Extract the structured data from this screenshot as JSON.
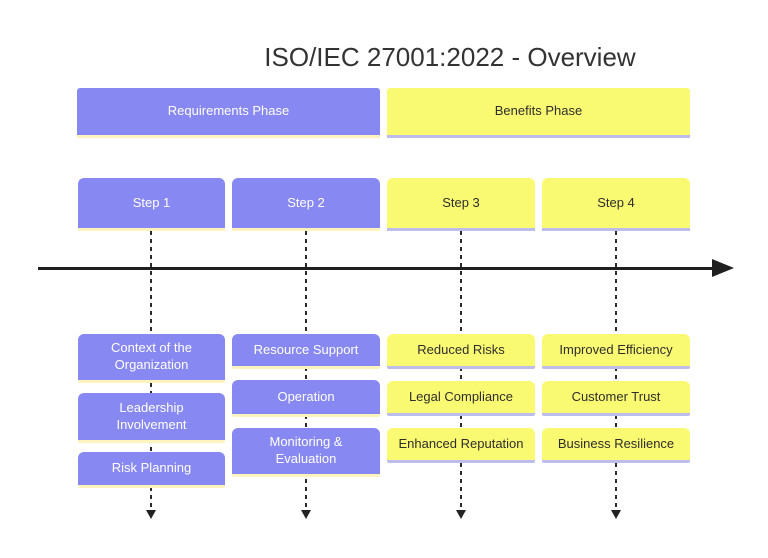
{
  "title": "ISO/IEC 27001:2022 - Overview",
  "phases": [
    {
      "label": "Requirements Phase",
      "scheme": "purple"
    },
    {
      "label": "Benefits Phase",
      "scheme": "yellow"
    }
  ],
  "steps": [
    {
      "label": "Step 1",
      "phase": "Requirements Phase",
      "events": [
        "Context of the Organization",
        "Leadership Involvement",
        "Risk Planning"
      ]
    },
    {
      "label": "Step 2",
      "phase": "Requirements Phase",
      "events": [
        "Resource Support",
        "Operation",
        "Monitoring & Evaluation"
      ]
    },
    {
      "label": "Step 3",
      "phase": "Benefits Phase",
      "events": [
        "Reduced Risks",
        "Legal Compliance",
        "Enhanced Reputation"
      ]
    },
    {
      "label": "Step 4",
      "phase": "Benefits Phase",
      "events": [
        "Improved Efficiency",
        "Customer Trust",
        "Business Resilience"
      ]
    }
  ],
  "colors": {
    "requirements_fill": "#8888f2",
    "benefits_fill": "#fafa72",
    "requirements_underline": "#fcf3bd",
    "benefits_underline": "#bcbdec",
    "axis": "#1f1f1f",
    "title_text": "#333333"
  }
}
